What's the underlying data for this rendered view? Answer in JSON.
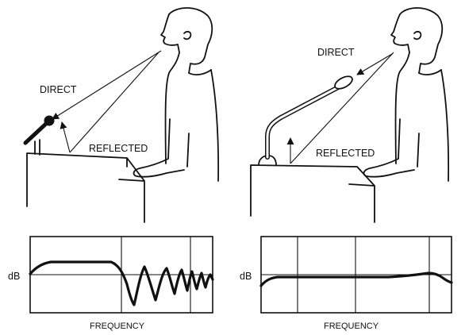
{
  "left_scene": {
    "direct_label": "DIRECT",
    "reflected_label": "REFLECTED"
  },
  "right_scene": {
    "direct_label": "DIRECT",
    "reflected_label": "REFLECTED"
  },
  "left_graph": {
    "ylabel": "dB",
    "xlabel": "FREQUENCY"
  },
  "right_graph": {
    "ylabel": "dB",
    "xlabel": "FREQUENCY"
  },
  "chart_data": [
    {
      "type": "line",
      "series": [
        {
          "values": [
            0.4,
            0.6,
            0.6,
            0.6,
            0.2,
            -1.0,
            0.2,
            -0.8,
            0.2,
            -0.6,
            0.1,
            -0.4,
            0.0
          ]
        }
      ]
    },
    {
      "type": "line",
      "series": [
        {
          "values": [
            -0.3,
            0.0,
            0.0,
            0.0,
            0.05,
            0.1,
            0.15,
            0.1,
            -0.2
          ]
        }
      ]
    }
  ]
}
